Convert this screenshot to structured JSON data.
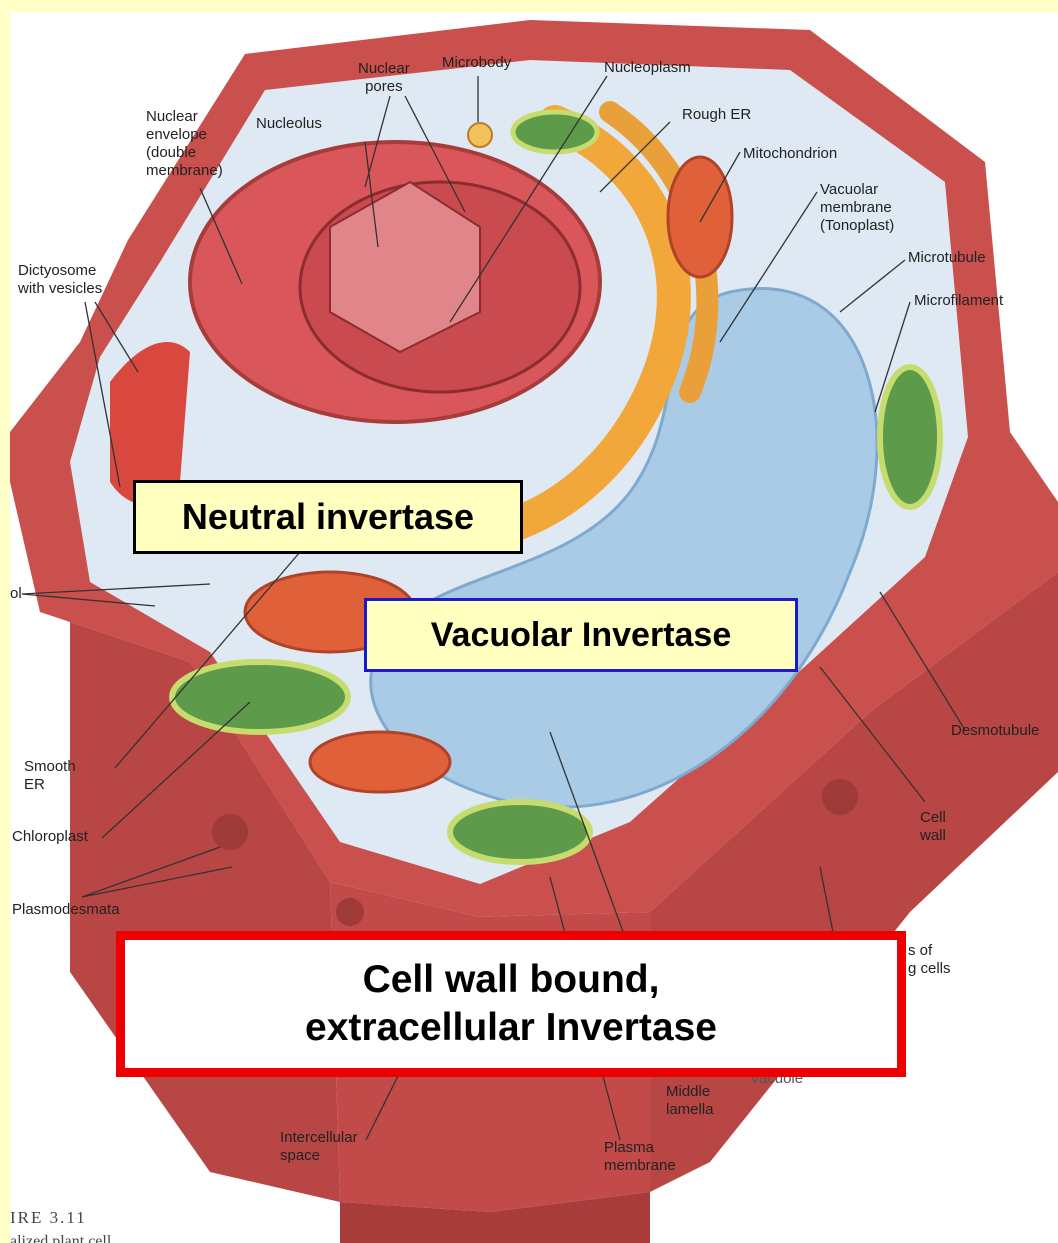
{
  "labels": {
    "nuclear_pores": "Nuclear\npores",
    "microbody": "Microbody",
    "nucleoplasm": "Nucleoplasm",
    "nuclear_envelope": "Nuclear\nenvelope\n(double\nmembrane)",
    "nucleolus": "Nucleolus",
    "rough_er": "Rough ER",
    "mitochondrion": "Mitochondrion",
    "vacuolar_membrane": "Vacuolar\nmembrane\n(Tonoplast)",
    "dictyosome": "Dictyosome\nwith vesicles",
    "microtubule": "Microtubule",
    "microfilament": "Microfilament",
    "cut_label_left": "ol",
    "smooth_er": "Smooth\nER",
    "desmotubule": "Desmotubule",
    "chloroplast": "Chloroplast",
    "cell_wall": "Cell\nwall",
    "plasmodesmata": "Plasmodesmata",
    "partial_walls": "s of\ng cells",
    "vacuole": "Vacuole",
    "middle_lamella": "Middle\nlamella",
    "intercellular_space": "Intercellular\nspace",
    "plasma_membrane": "Plasma\nmembrane"
  },
  "callouts": {
    "neutral": "Neutral invertase",
    "vacuolar": "Vacuolar Invertase",
    "wall_line1": "Cell wall bound,",
    "wall_line2": "extracellular Invertase"
  },
  "figure": {
    "number": "IRE 3.11",
    "caption": "alized plant cell"
  },
  "colors": {
    "slide_background": "#ffffc8",
    "cell_wall": "#c9504d",
    "cell_wall_dark": "#a83c3a",
    "cytoplasm": "#dfe9f4",
    "vacuole": "#a9cbe6",
    "nucleus": "#d9565a",
    "golgi_er": "#f2a73a",
    "mitochondria": "#e0603a",
    "chloroplast": "#5d9a4a",
    "neutral_box_border": "#000000",
    "vacuolar_box_border": "#1a1acc",
    "wall_box_border": "#ee0000"
  }
}
